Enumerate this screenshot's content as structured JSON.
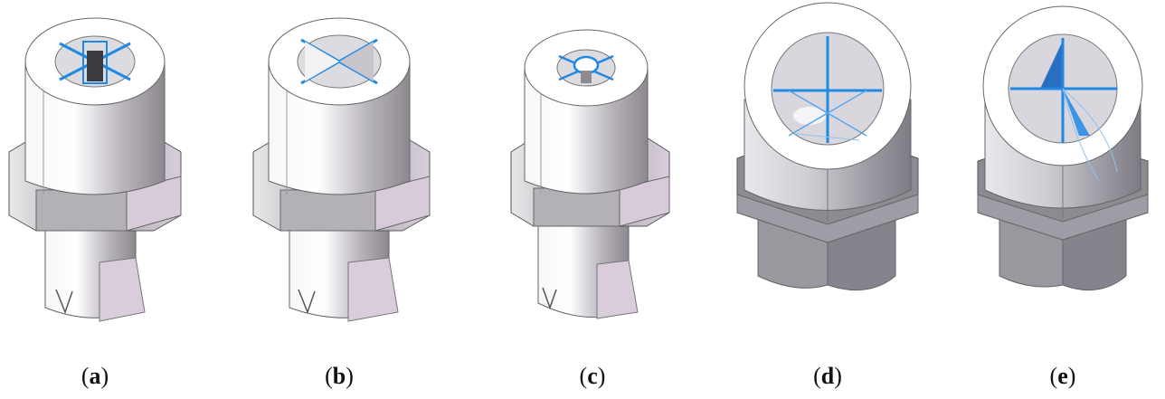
{
  "figure": {
    "panels": [
      {
        "id": "a",
        "label_open": "(",
        "label": "a",
        "label_close": ")",
        "insert": "cross-with-central-post"
      },
      {
        "id": "b",
        "label_open": "(",
        "label": "b",
        "label_close": ")",
        "insert": "x-cross"
      },
      {
        "id": "c",
        "label_open": "(",
        "label": "c",
        "label_close": ")",
        "insert": "cross-with-center-ring"
      },
      {
        "id": "d",
        "label_open": "(",
        "label": "d",
        "label_close": ")",
        "insert": "cross-top-view"
      },
      {
        "id": "e",
        "label_open": "(",
        "label": "e",
        "label_close": ")",
        "insert": "swirl-vane-top-view"
      }
    ],
    "colors": {
      "body_light": "#f4f3f6",
      "body_mid": "#c9c6cc",
      "body_dark": "#8e8a92",
      "body_purple": "#d8ccd8",
      "accent_blue": "#1e88e5",
      "outline": "#555555"
    }
  }
}
